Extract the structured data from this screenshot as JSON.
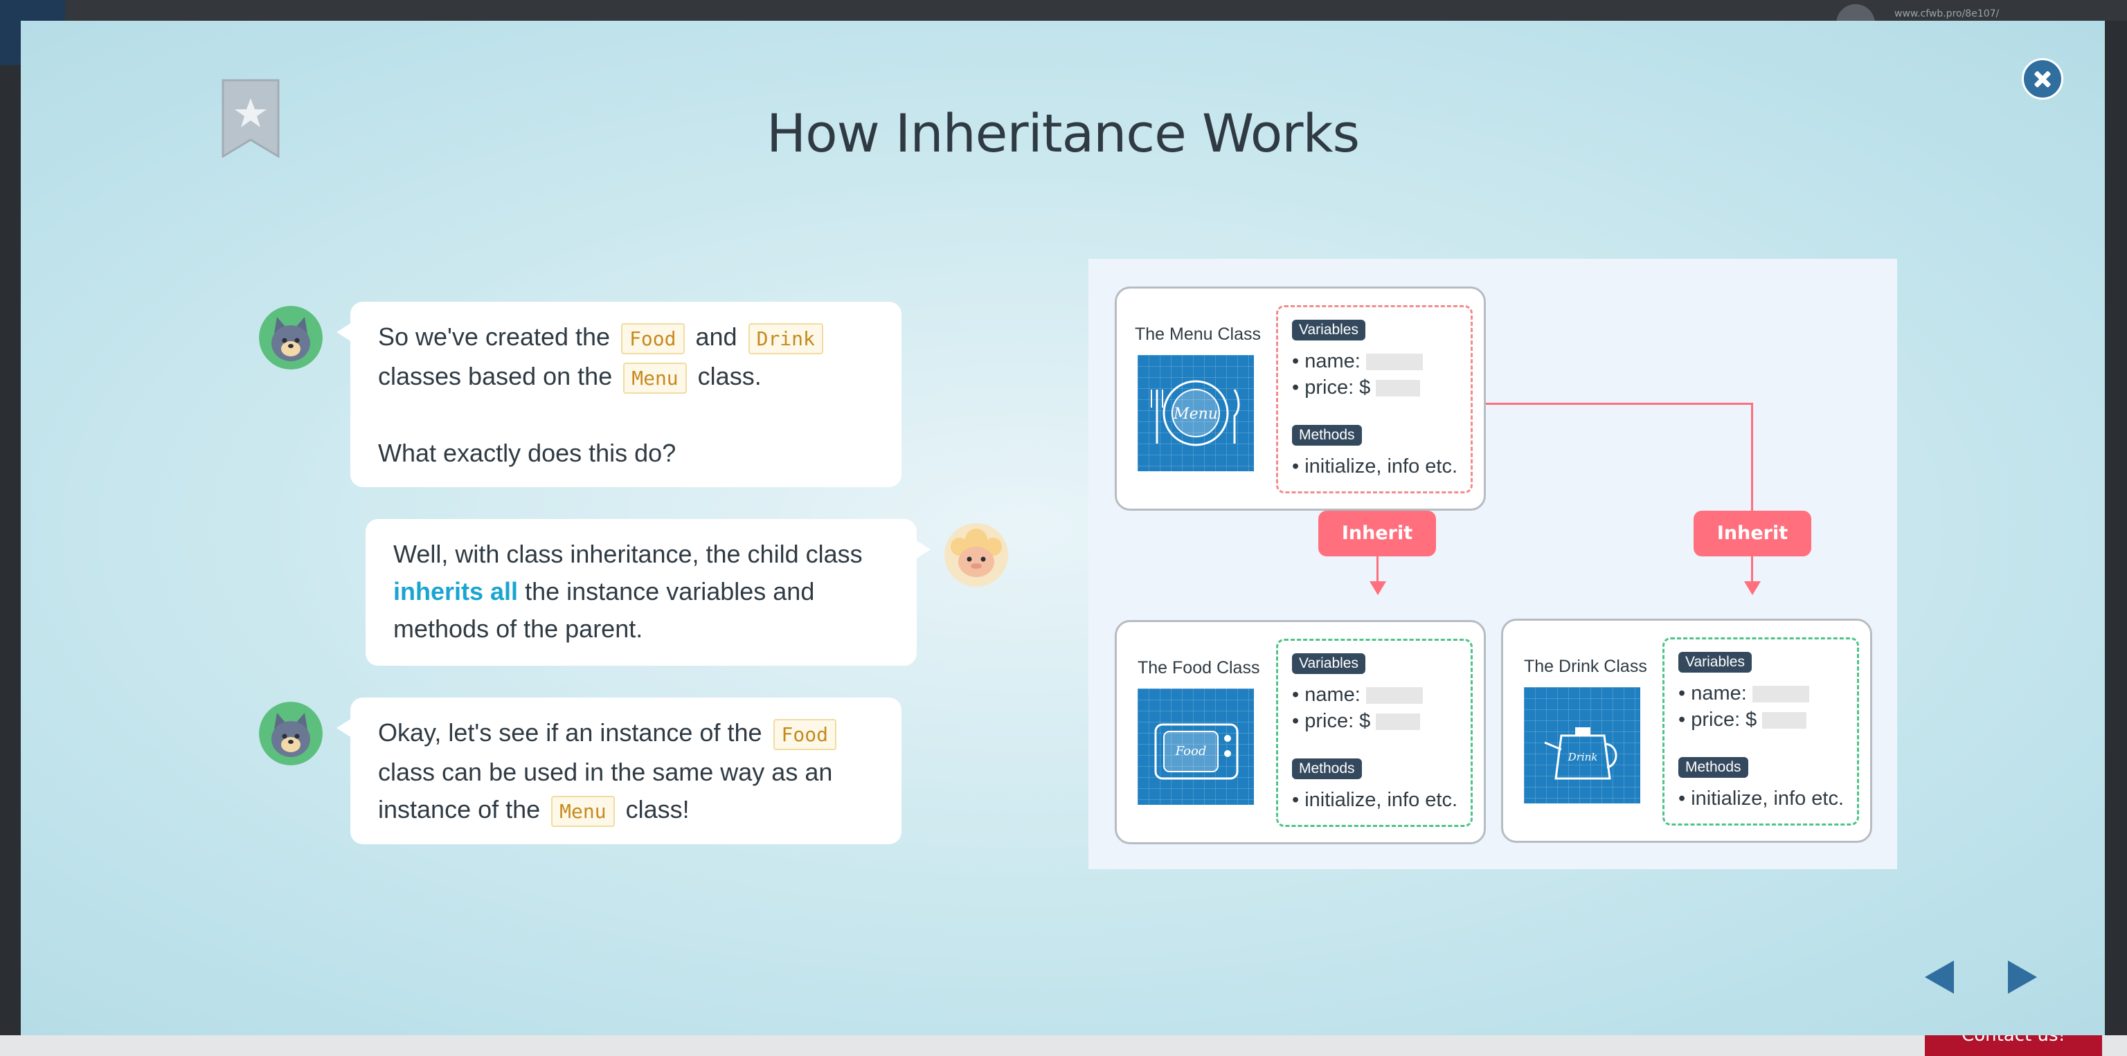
{
  "background": {
    "url_text": "www.cfwb.pro/8e107/",
    "contact_label": "Contact us!"
  },
  "modal": {
    "title": "How Inheritance Works",
    "bookmark_icon": "bookmark-star-icon",
    "close_icon": "close-icon"
  },
  "chat": [
    {
      "speaker": "cat",
      "parts": [
        {
          "t": "text",
          "v": "So we've created the "
        },
        {
          "t": "code",
          "v": "Food"
        },
        {
          "t": "text",
          "v": " and "
        },
        {
          "t": "code",
          "v": "Drink"
        },
        {
          "t": "br"
        },
        {
          "t": "text",
          "v": "classes based on the "
        },
        {
          "t": "code",
          "v": "Menu"
        },
        {
          "t": "text",
          "v": " class."
        },
        {
          "t": "br"
        },
        {
          "t": "br"
        },
        {
          "t": "text",
          "v": "What exactly does this do?"
        }
      ]
    },
    {
      "speaker": "sheep",
      "parts": [
        {
          "t": "text",
          "v": "Well, with class inheritance, the child class"
        },
        {
          "t": "br"
        },
        {
          "t": "hl",
          "v": "inherits all"
        },
        {
          "t": "text",
          "v": " the instance variables and"
        },
        {
          "t": "br"
        },
        {
          "t": "text",
          "v": "methods of the parent."
        }
      ]
    },
    {
      "speaker": "cat",
      "parts": [
        {
          "t": "text",
          "v": "Okay, let's see if an instance of the "
        },
        {
          "t": "code",
          "v": "Food"
        },
        {
          "t": "br"
        },
        {
          "t": "text",
          "v": "class can be used in the same way as an"
        },
        {
          "t": "br"
        },
        {
          "t": "text",
          "v": "instance of the "
        },
        {
          "t": "code",
          "v": "Menu"
        },
        {
          "t": "text",
          "v": " class!"
        }
      ]
    }
  ],
  "diagram": {
    "menu_class": {
      "title": "The Menu Class",
      "tile_text": "Menu",
      "variables_tag": "Variables",
      "name_row": "• name:",
      "price_row": "• price:  $",
      "methods_tag": "Methods",
      "methods_row": "• initialize, info etc."
    },
    "food_class": {
      "title": "The Food Class",
      "tile_text": "Food",
      "variables_tag": "Variables",
      "name_row": "• name:",
      "price_row": "• price:  $",
      "methods_tag": "Methods",
      "methods_row": "• initialize, info etc."
    },
    "drink_class": {
      "title": "The Drink Class",
      "tile_text": "Drink",
      "variables_tag": "Variables",
      "name_row": "• name:",
      "price_row": "• price:  $",
      "methods_tag": "Methods",
      "methods_row": "• initialize, info etc."
    },
    "inherit_label_1": "Inherit",
    "inherit_label_2": "Inherit",
    "colors": {
      "arrow": "#ff6f7d",
      "parent_border": "#f28b8b",
      "child_border": "#4fc387",
      "tile": "#1f7fc0"
    }
  },
  "nav": {
    "prev_icon": "prev-arrow-icon",
    "next_icon": "next-arrow-icon"
  }
}
